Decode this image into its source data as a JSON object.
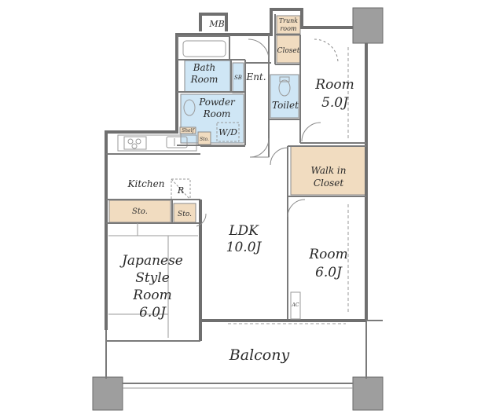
{
  "rooms": {
    "mb": "MB",
    "trunk_room": [
      "Trunk",
      "room"
    ],
    "closet_top": "Closet",
    "bath_room": [
      "Bath",
      "Room"
    ],
    "sb": "SB",
    "entrance": "Ent.",
    "powder_room": [
      "Powder",
      "Room"
    ],
    "wd": "W/D",
    "toilet": "Toilet",
    "room_5": [
      "Room",
      "5.0J"
    ],
    "shelf": "Shelf",
    "sto_small": "Sto.",
    "kitchen": "Kitchen",
    "refrigerator": "R",
    "walk_in_closet": [
      "Walk in",
      "Closet"
    ],
    "sto_left": "Sto.",
    "sto_mid": "Sto.",
    "ldk": [
      "LDK",
      "10.0J"
    ],
    "room_6": [
      "Room",
      "6.0J"
    ],
    "japanese_room": [
      "Japanese",
      "Style",
      "Room",
      "6.0J"
    ],
    "ac": "AC",
    "balcony": "Balcony"
  },
  "colors": {
    "wet_area": "#cfe6f5",
    "storage": "#f1dcc0",
    "pillar": "#9e9e9e",
    "wall": "#6f6f6f"
  }
}
